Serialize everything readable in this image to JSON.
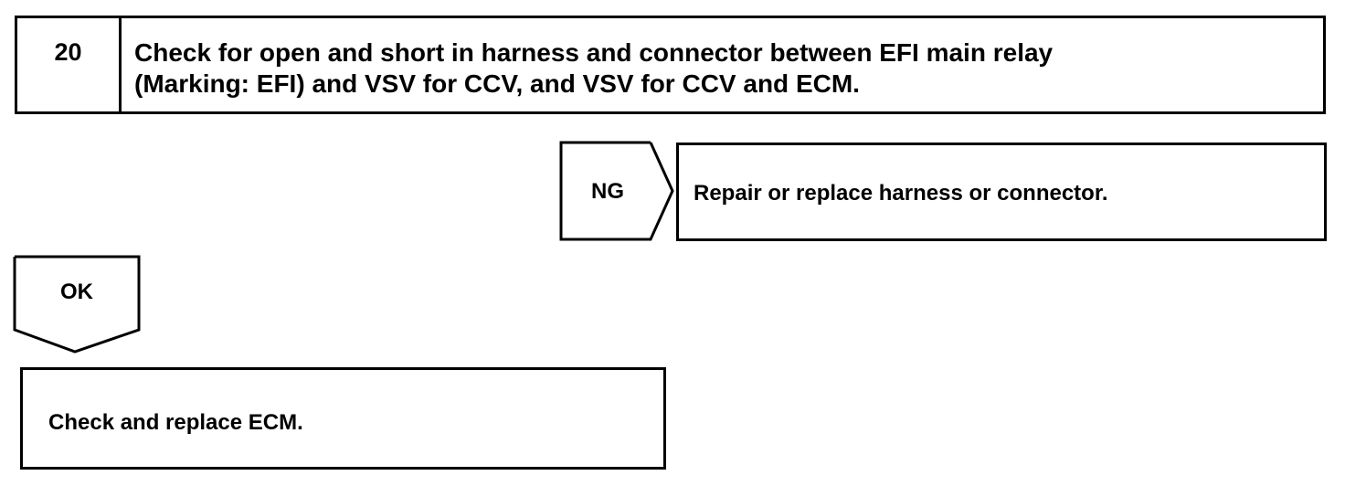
{
  "step": {
    "number": "20",
    "text_line1": "Check for open and short in harness and connector between EFI main relay",
    "text_line2": "(Marking: EFI) and VSV for CCV, and VSV for CCV and ECM."
  },
  "ng_branch": {
    "label": "NG",
    "result": "Repair or replace harness or connector."
  },
  "ok_branch": {
    "label": "OK",
    "result": "Check and replace ECM."
  }
}
